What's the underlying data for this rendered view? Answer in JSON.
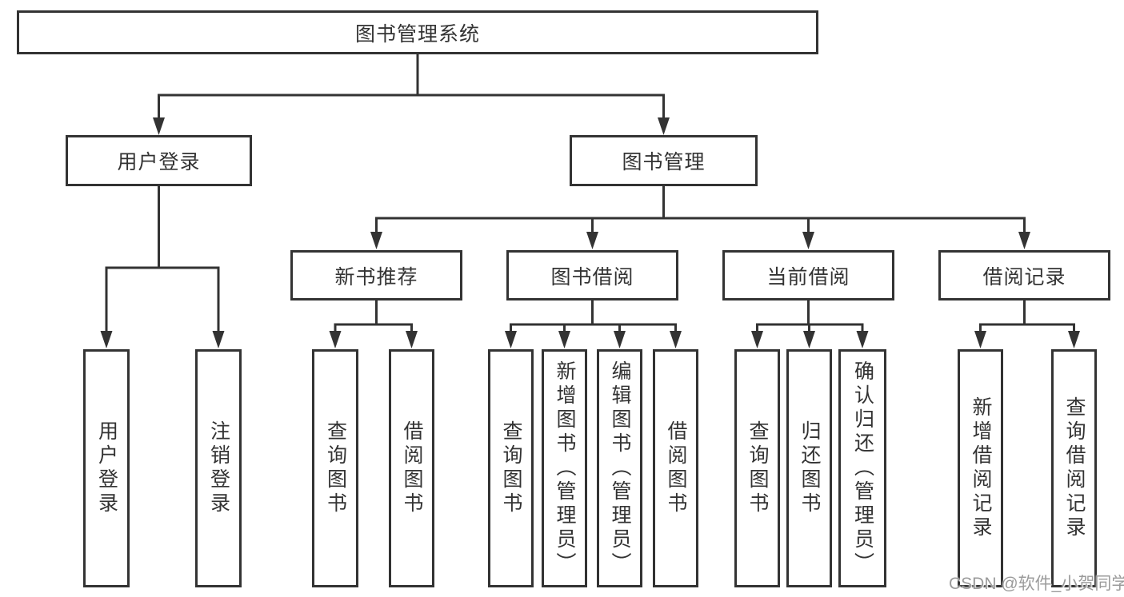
{
  "diagram_type": "hierarchy-tree",
  "colors": {
    "background": "#ffffff",
    "line": "#333333",
    "text": "#333333",
    "watermark_text": "#9b9b9b"
  },
  "tree": {
    "root": {
      "label": "图书管理系统"
    },
    "branches": [
      {
        "label": "用户登录",
        "leaves": [
          {
            "label": "用户登录"
          },
          {
            "label": "注销登录"
          }
        ]
      },
      {
        "label": "图书管理",
        "groups": [
          {
            "label": "新书推荐",
            "leaves": [
              {
                "label": "查询图书"
              },
              {
                "label": "借阅图书"
              }
            ]
          },
          {
            "label": "图书借阅",
            "leaves": [
              {
                "label": "查询图书"
              },
              {
                "label": "新增图书（管理员）"
              },
              {
                "label": "编辑图书（管理员）"
              },
              {
                "label": "借阅图书"
              }
            ]
          },
          {
            "label": "当前借阅",
            "leaves": [
              {
                "label": "查询图书"
              },
              {
                "label": "归还图书"
              },
              {
                "label": "确认归还（管理员）"
              }
            ]
          },
          {
            "label": "借阅记录",
            "leaves": [
              {
                "label": "新增借阅记录"
              },
              {
                "label": "查询借阅记录"
              }
            ]
          }
        ]
      }
    ]
  },
  "watermark": {
    "text": "CSDN @软件_小贺同学"
  }
}
